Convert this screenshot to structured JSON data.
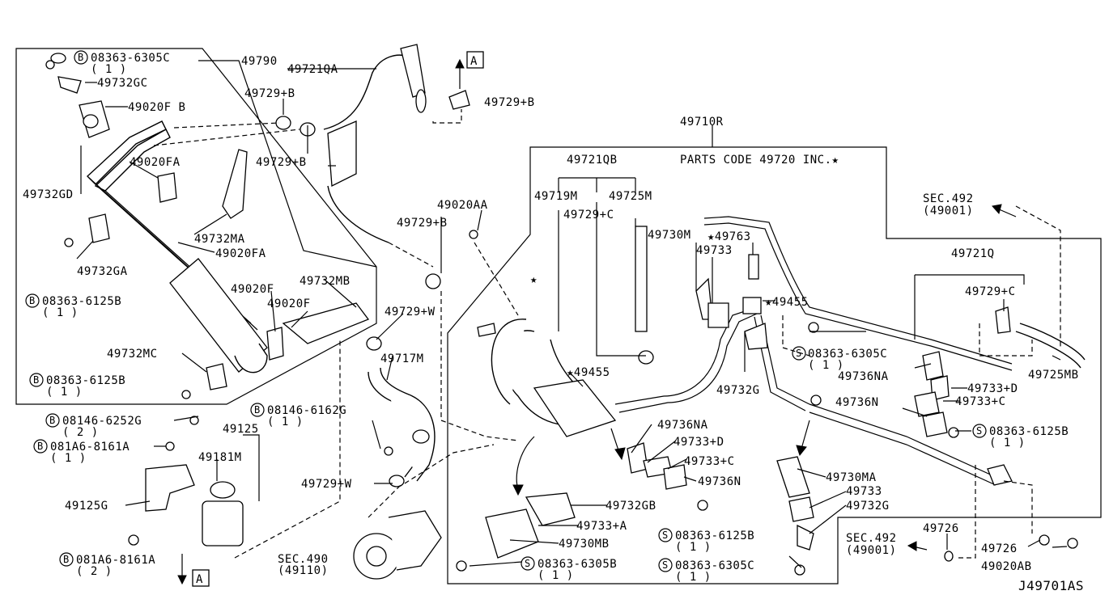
{
  "diagram_id": "J49701AS",
  "labels": {
    "p08363_6305C_top": "08363-6305C",
    "qty1_a": "( 1 )",
    "p49790": "49790",
    "p49721QA": "49721QA",
    "p49732GC": "49732GC",
    "p49020FB": "49020F B",
    "p49729B_a": "49729+B",
    "p49729B_b": "49729+B",
    "p49729B_c": "49729+B",
    "p49729B_d": "49729+B",
    "p49732GD": "49732GD",
    "p49020FA_a": "49020FA",
    "p49732MA": "49732MA",
    "p49020FA_b": "49020FA",
    "p49732GA": "49732GA",
    "p08363_6125B_a": "08363-6125B",
    "qty1_b": "( 1 )",
    "p49020F_a": "49020F",
    "p49020F_b": "49020F",
    "p49732MB": "49732MB",
    "p49732MC": "49732MC",
    "p08363_6125B_b": "08363-6125B",
    "qty1_c": "( 1 )",
    "p08146_6252G": "08146-6252G",
    "qty2_a": "( 2 )",
    "p081A6_8161A_a": "081A6-8161A",
    "qty1_d": "( 1 )",
    "p49125": "49125",
    "p49181M": "49181M",
    "p49125G": "49125G",
    "p081A6_8161A_b": "081A6-8161A",
    "qty2_b": "( 2 )",
    "p08146_6162G": "08146-6162G",
    "qty1_e": "( 1 )",
    "p49717M": "49717M",
    "p49729W_a": "49729+W",
    "p49729W_b": "49729+W",
    "p49020AA": "49020AA",
    "sec490": "SEC.490",
    "sec490_code": "(49110)",
    "p49710R": "49710R",
    "parts_code": "PARTS CODE 49720  INC.★",
    "p49721QB": "49721QB",
    "p49719M": "49719M",
    "p49725M": "49725M",
    "p49729C_a": "49729+C",
    "p49730M": "49730M",
    "p49763": "★49763",
    "p49733_a": "49733",
    "p49455_a": "★49455",
    "p49455_b": "★49455",
    "star": "★",
    "p08363_6305C_b": "08363-6305C",
    "qty1_f": "( 1 )",
    "p49736NA_a": "49736NA",
    "p49732G_a": "49732G",
    "p49736N_a": "49736N",
    "p49733D_a": "49733+D",
    "p49733C_a": "49733+C",
    "p08363_6125B_c": "08363-6125B",
    "qty1_g": "( 1 )",
    "p49736NA_b": "49736NA",
    "p49733D_b": "49733+D",
    "p49733C_b": "49733+C",
    "p49736N_b": "49736N",
    "p49730MA": "49730MA",
    "p49733_b": "49733",
    "p49732G_b": "49732G",
    "p49732GB": "49732GB",
    "p49733A": "49733+A",
    "p49730MB": "49730MB",
    "p08363_6125B_d": "08363-6125B",
    "qty1_h": "( 1 )",
    "p08363_6305B": "08363-6305B",
    "qty1_i": "( 1 )",
    "p08363_6305C_c": "08363-6305C",
    "qty1_j": "( 1 )",
    "sec492_top": "SEC.492",
    "sec492_top_code": "(49001)",
    "p49721Q": "49721Q",
    "p49729C_b": "49729+C",
    "p49725MB": "49725MB",
    "p49726_a": "49726",
    "p49726_b": "49726",
    "sec492_bot": "SEC.492",
    "sec492_bot_code": "(49001)",
    "p49020AB": "49020AB",
    "boxA": "A",
    "circB": "B",
    "circS": "S"
  }
}
